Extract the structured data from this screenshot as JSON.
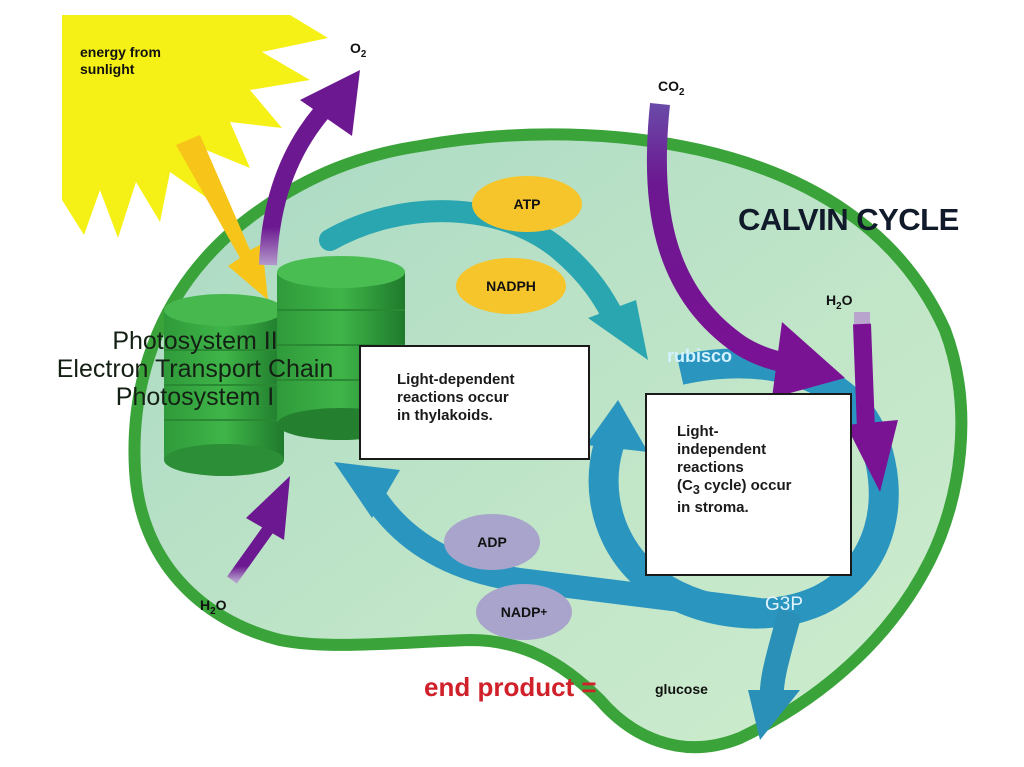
{
  "diagram": {
    "title": "CALVIN CYCLE",
    "sunlight_label": "energy from sunlight",
    "oxygen_label": {
      "main": "O",
      "sub": "2"
    },
    "co2_label": {
      "main": "CO",
      "sub": "2"
    },
    "water_right_label": {
      "pre": "H",
      "sub": "2",
      "post": "O"
    },
    "water_left_label": {
      "pre": "H",
      "sub": "2",
      "post": "O"
    },
    "thylakoid_labels": [
      "Photosystem II",
      "Electron Transport Chain",
      "Photosystem I"
    ],
    "molecules": {
      "atp": "ATP",
      "nadph": "NADPH",
      "adp": "ADP",
      "nadp": {
        "main": "NADP",
        "sup": "+"
      }
    },
    "light_dependent_box": [
      "Light-dependent",
      "reactions occur",
      "in thylakoids."
    ],
    "light_independent_box": {
      "line1": "Light-",
      "line2": "independent",
      "line3": "reactions",
      "line4_pre": "(C",
      "line4_sub": "3",
      "line4_post": " cycle) occur",
      "line5": "in stroma."
    },
    "enzyme_label": "rubisco",
    "product_label": "G3P",
    "end_product_label": "end product =",
    "end_product_value": "glucose"
  },
  "colors": {
    "membrane": "#3aa43a",
    "stroma": "#c8e8cc",
    "sun": "#f5f016",
    "light_arrow": "#f7c41a",
    "gas_arrow": "#6c1890",
    "cycle_arrow": "#2a96c0",
    "energy_carrier": "#f6c52c",
    "spent_carrier": "#a8a4cc",
    "end_product_text": "#d0202a"
  }
}
